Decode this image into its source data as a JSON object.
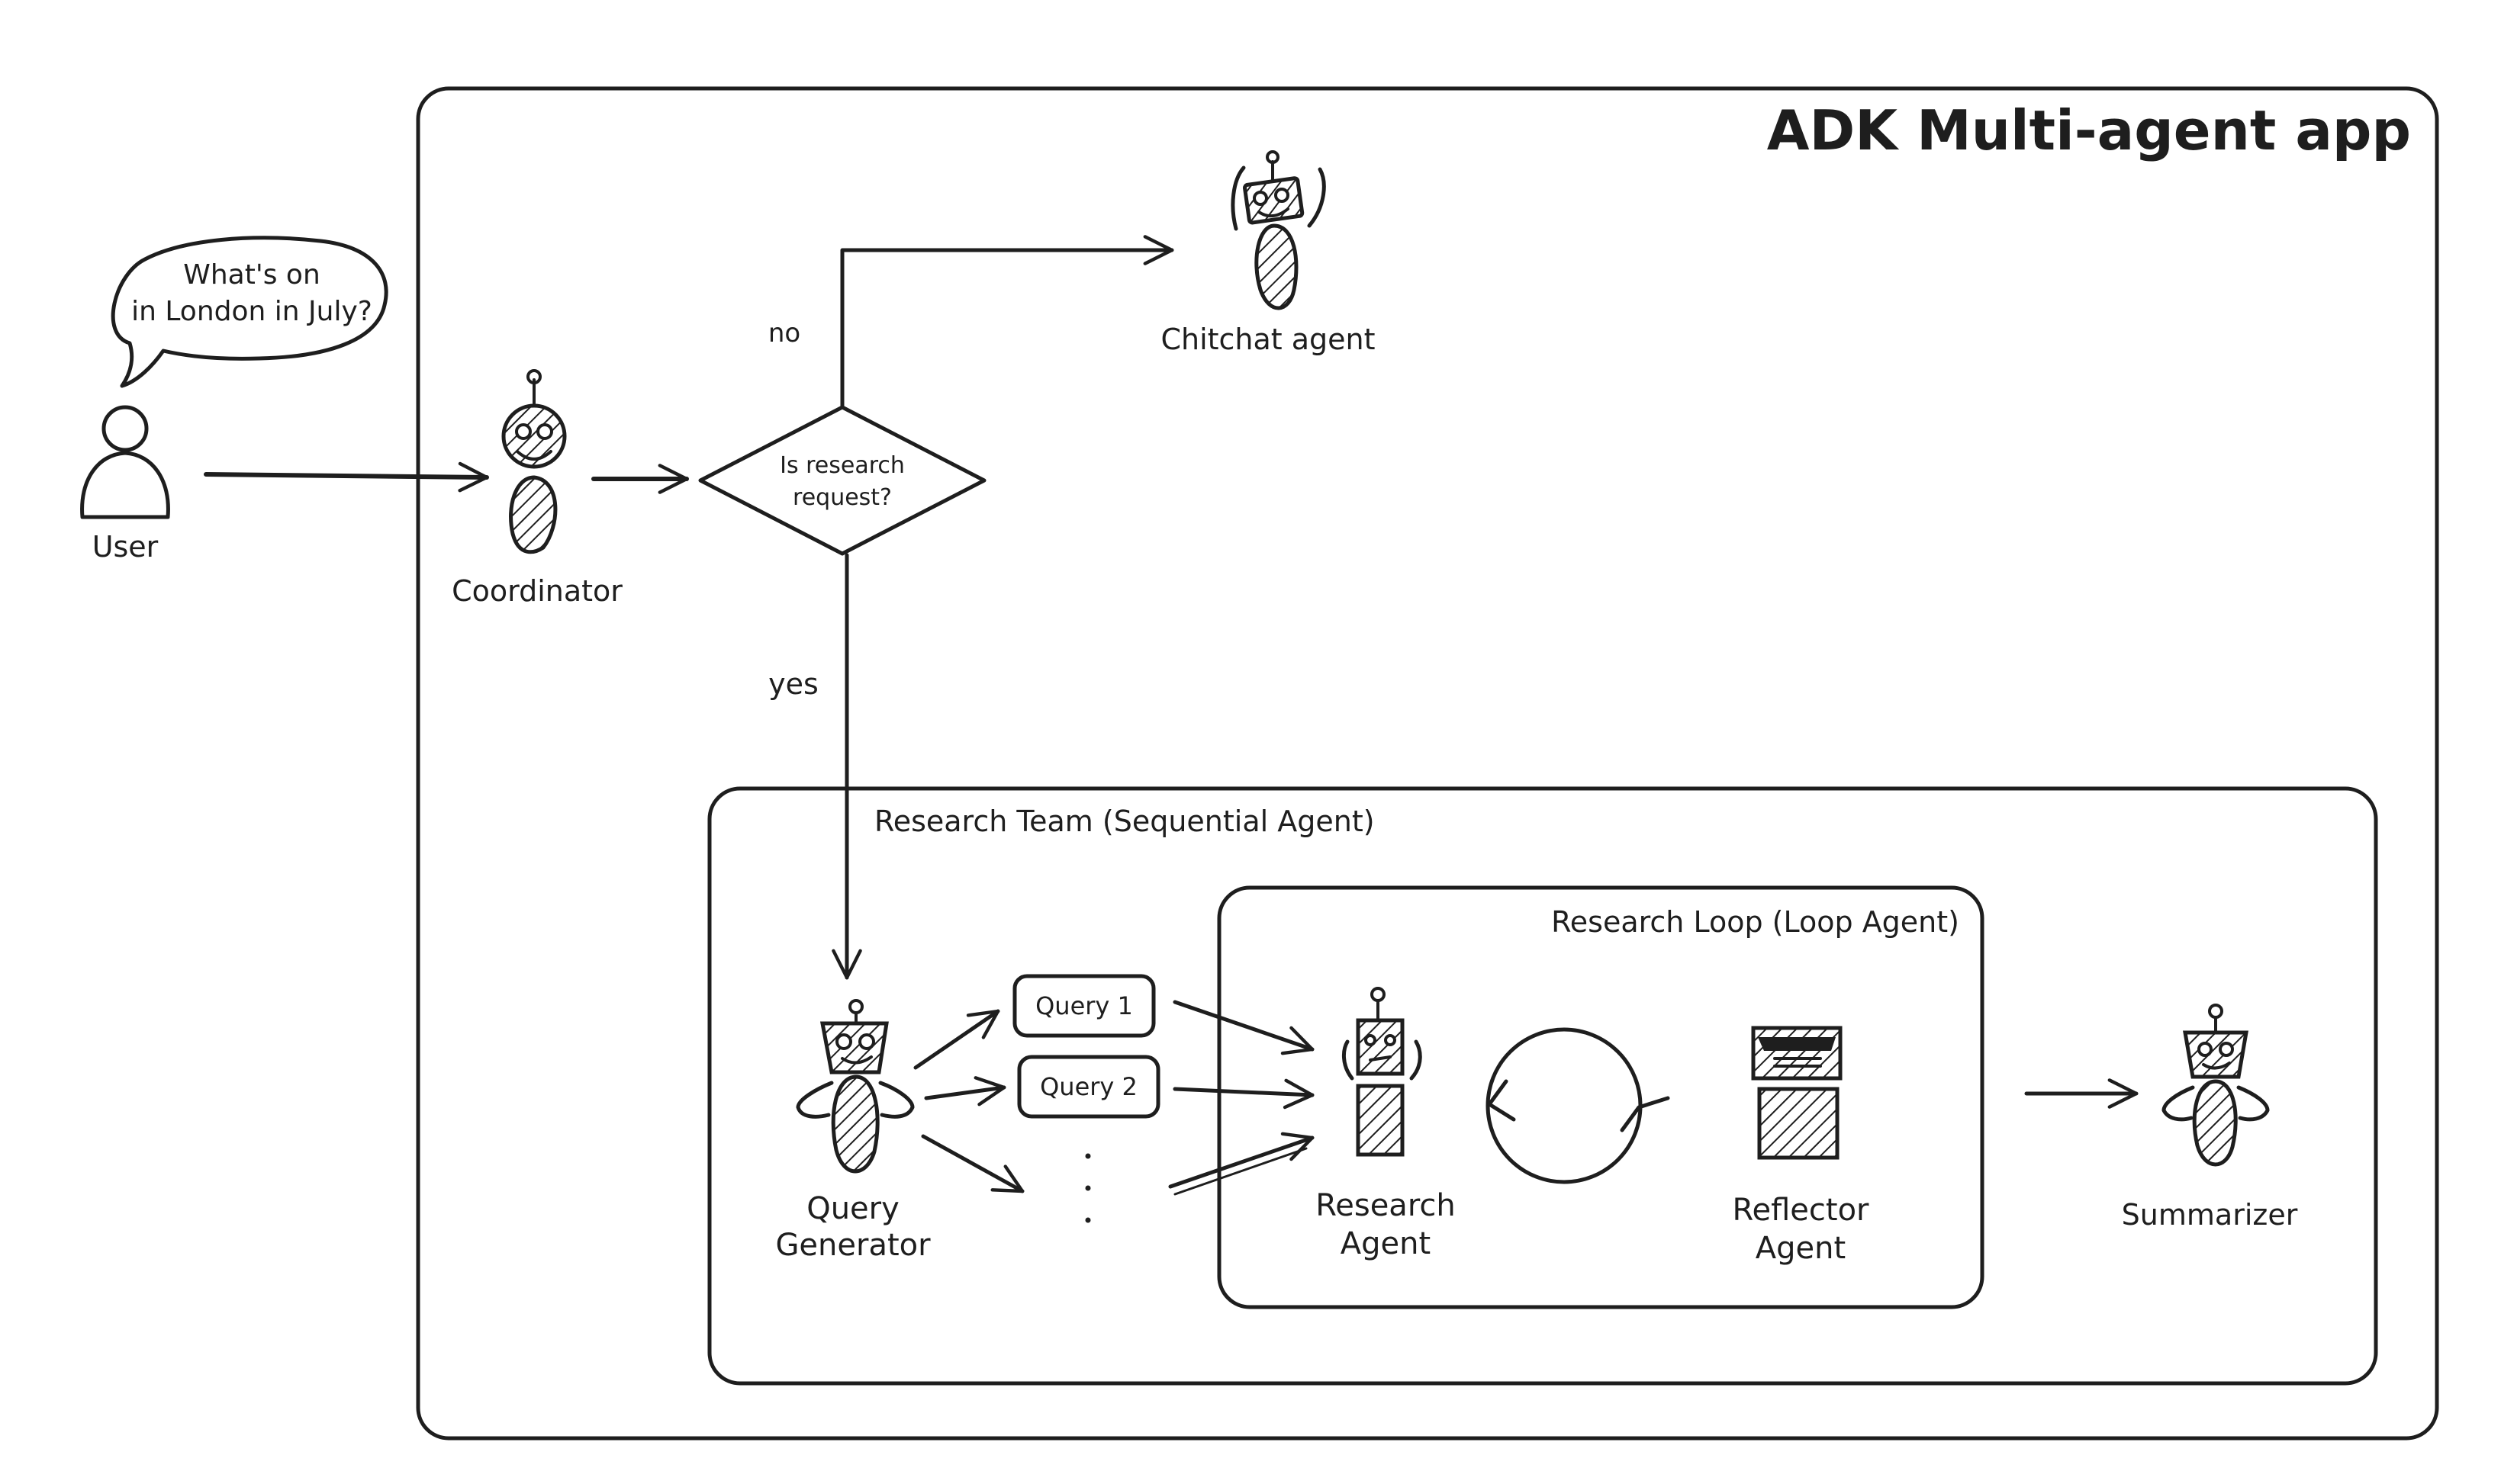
{
  "app_title": "ADK Multi-agent app",
  "speech_bubble": {
    "line1": "What's on",
    "line2": "in London in July?"
  },
  "user_label": "User",
  "coordinator_label": "Coordinator",
  "decision": {
    "line1": "Is research",
    "line2": "request?",
    "no_label": "no",
    "yes_label": "yes"
  },
  "chitchat_label": "Chitchat agent",
  "research_team_label": "Research Team (Sequential Agent)",
  "research_loop_label": "Research Loop (Loop Agent)",
  "query_generator": {
    "line1": "Query",
    "line2": "Generator"
  },
  "queries": [
    "Query 1",
    "Query 2"
  ],
  "research_agent": {
    "line1": "Research",
    "line2": "Agent"
  },
  "reflector_agent": {
    "line1": "Reflector",
    "line2": "Agent"
  },
  "summarizer_label": "Summarizer"
}
